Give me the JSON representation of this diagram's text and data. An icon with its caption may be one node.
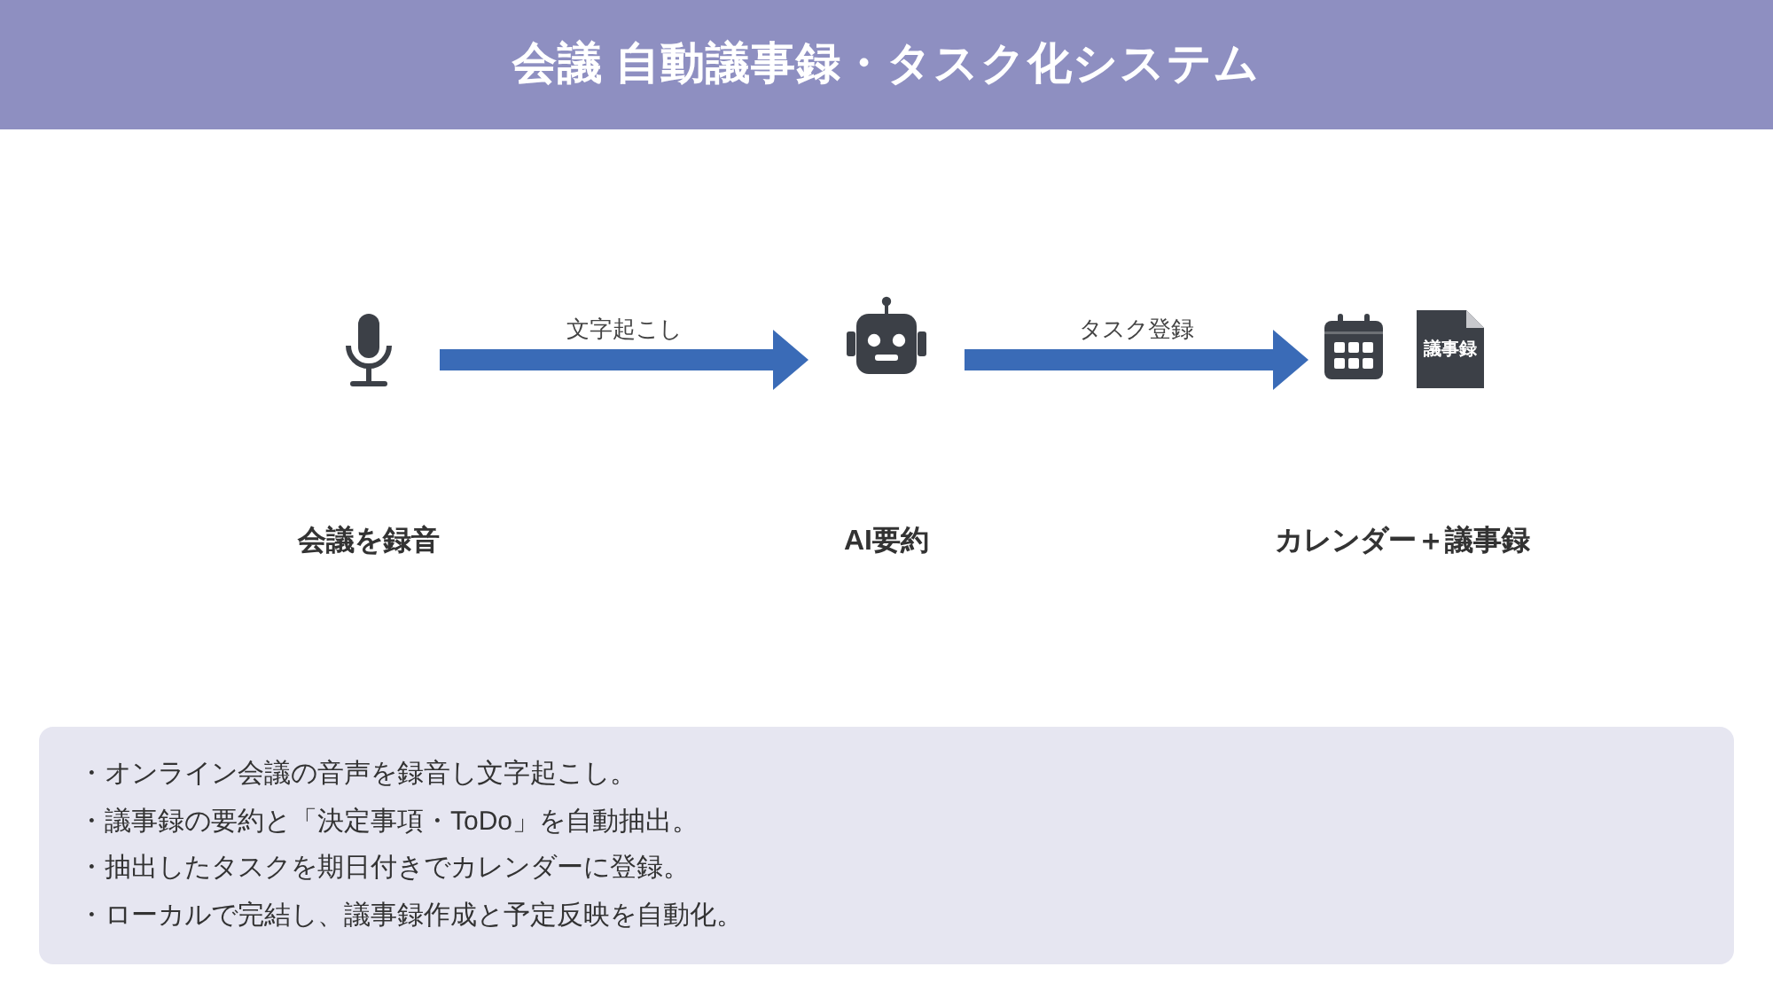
{
  "diagram": {
    "title": "会議 自動議事録・タスク化システム",
    "nodes": [
      {
        "text": [],
        "shape": "picture"
      },
      {
        "text": [],
        "shape": "picture"
      },
      {
        "text": [],
        "shape": "picture"
      },
      {
        "text": [
          "議事録"
        ]
      },
      {
        "text": [
          "・オンライン会議の音声を録音し文字起こし。",
          "・議事録の要約と「決定事項・ToDo」を自動抽出。",
          "・抽出したタスクを期日付きでカレンダーに登録。",
          "・ローカルで完結し、議事録作成と予定反映を自動化。"
        ]
      }
    ],
    "edges": [
      {
        "from": 0,
        "to": 1,
        "arrow": "to",
        "label": "文字起こし"
      },
      {
        "from": 1,
        "to": 2,
        "arrow": "to",
        "label": "タスク登録"
      }
    ],
    "labels": [
      "会議を録音",
      "AI要約",
      "カレンダー＋議事録"
    ]
  }
}
